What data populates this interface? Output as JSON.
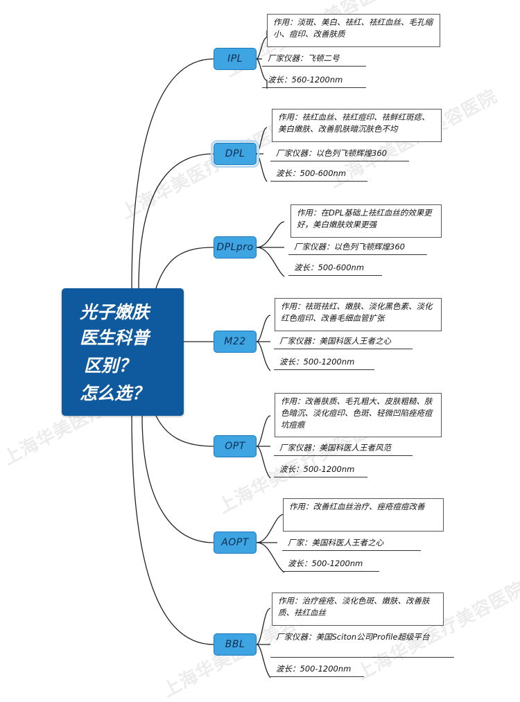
{
  "center": {
    "line1": "光子嫩肤",
    "line2": "医生科普",
    "line3": "区别？",
    "line4": "怎么选？"
  },
  "watermark": "上海华美医疗美容医院",
  "branches": [
    {
      "label": "IPL",
      "effect": "作用：淡斑、美白、祛红、祛红血丝、毛孔缩小、痘印、改善肤质",
      "device": "厂家仪器：飞顿二号",
      "wavelength": "波长：560-1200nm"
    },
    {
      "label": "DPL",
      "effect": "作用：祛红血丝、祛红痘印、祛鲜红斑痣、美白嫩肤、改善肌肤暗沉肤色不均",
      "device": "厂家仪器：以色列飞顿辉煌360",
      "wavelength": "波长：500-600nm"
    },
    {
      "label": "DPLpro",
      "effect": "作用：在DPL基础上祛红血丝的效果更好，美白嫩肤效果更强",
      "device": "厂家仪器：以色列飞顿辉煌360",
      "wavelength": "波长：500-600nm"
    },
    {
      "label": "M22",
      "effect": "作用：祛斑祛红、嫩肤、淡化黑色素、淡化红色痘印、改善毛细血管扩张",
      "device": "厂家仪器：美国科医人王者之心",
      "wavelength": "波长：500-1200nm"
    },
    {
      "label": "OPT",
      "effect": "作用：改善肤质、毛孔粗大、皮肤粗糙、肤色暗沉、淡化痘印、色斑、轻微凹陷痤疮痘坑痘痕",
      "device": "厂家仪器：美国科医人王者风范",
      "wavelength": "波长：500-1200nm"
    },
    {
      "label": "AOPT",
      "effect": "作用：改善红血丝治疗、痤疮痘痘改善",
      "device": "厂家：美国科医人王者之心",
      "wavelength": "波长：500-1200nm"
    },
    {
      "label": "BBL",
      "effect": "作用：治疗痤疮、淡化色斑、嫩肤、改善肤质、祛红血丝",
      "device": "厂家仪器：美国Sciton公司Profile超级平台",
      "wavelength": "波长：500-1200nm"
    }
  ]
}
